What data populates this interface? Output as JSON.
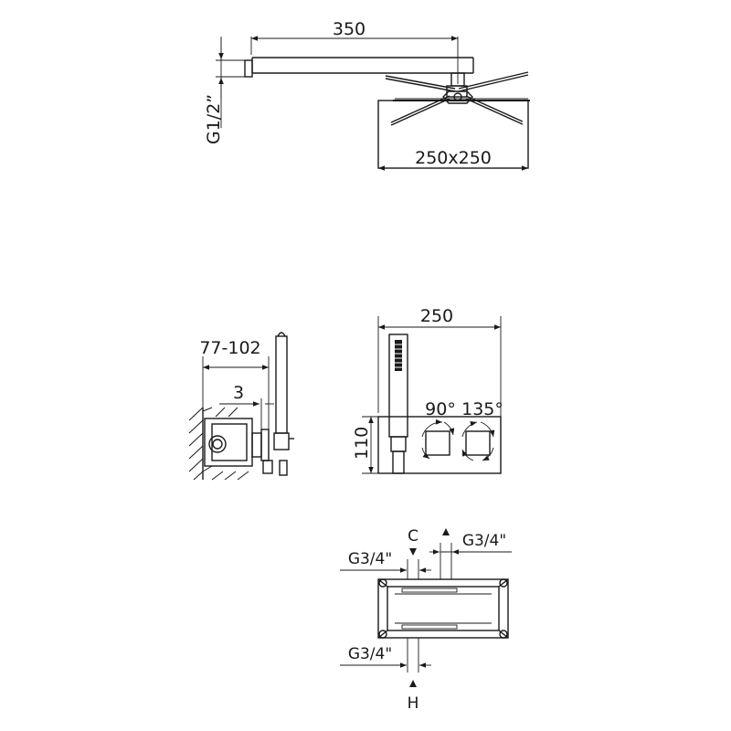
{
  "top_view": {
    "arm_length": "350",
    "thread": "G1/2”",
    "head_size": "250x250"
  },
  "side_view": {
    "depth": "77-102",
    "offset": "3"
  },
  "front_view": {
    "width": "250",
    "height": "110",
    "angle_left": "90°",
    "angle_right": "135°"
  },
  "box_view": {
    "outlet_top": "G3/4\"",
    "inlet_left": "G3/4\"",
    "inlet_bottom": "G3/4\"",
    "cold_label": "C",
    "hot_label": "H"
  }
}
